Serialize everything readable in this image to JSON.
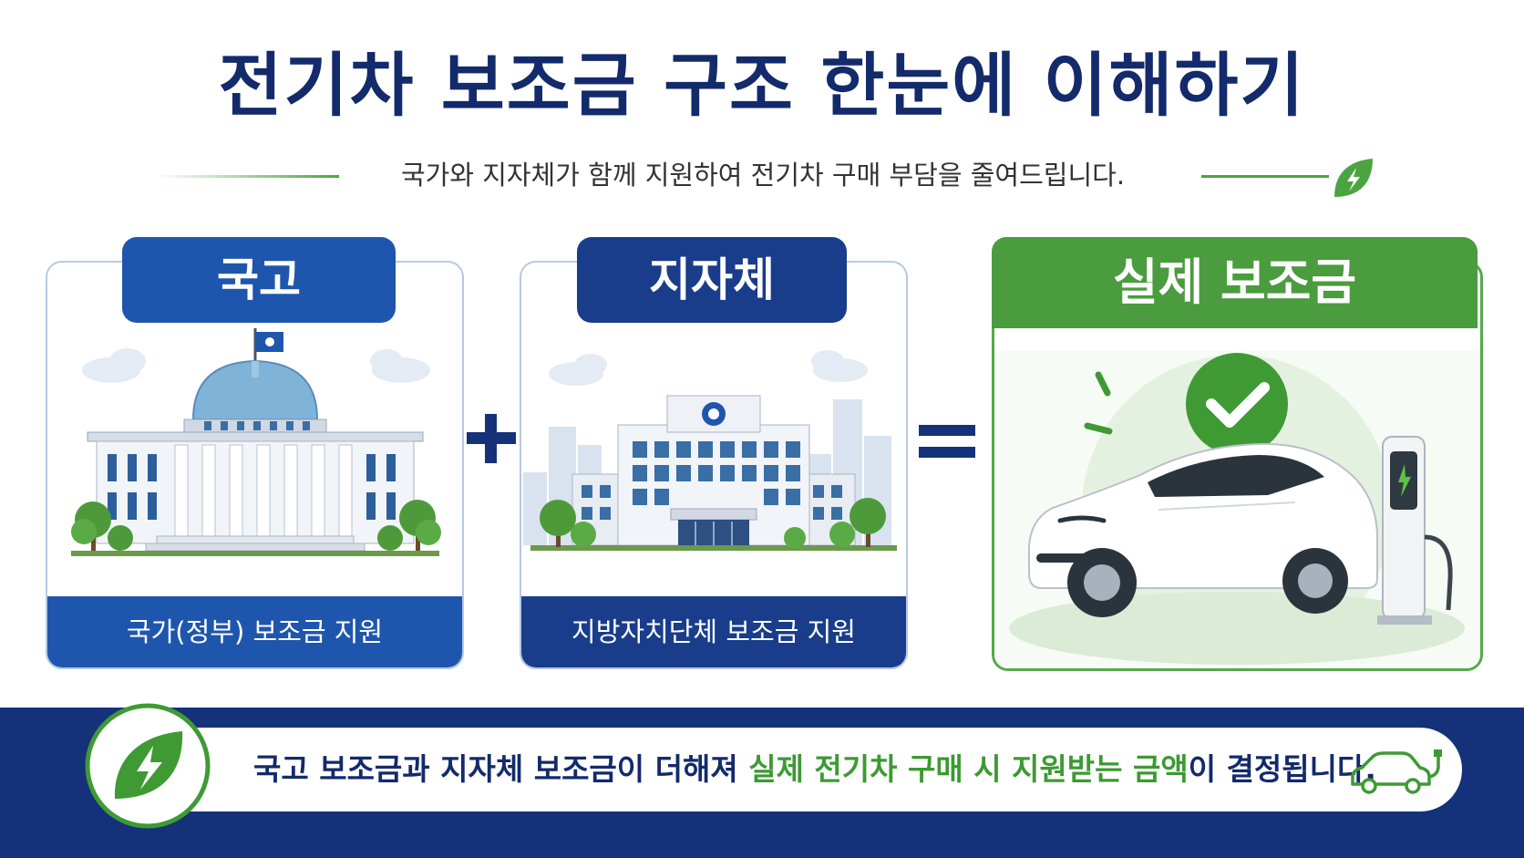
{
  "title": "전기차 보조금 구조 한눈에 이해하기",
  "subtitle": "국가와 지자체가 함께 지원하여 전기차 구매 부담을 줄여드립니다.",
  "cards": {
    "national": {
      "label": "국고",
      "caption": "국가(정부) 보조금 지원",
      "icon": "national-assembly-building"
    },
    "local": {
      "label": "지자체",
      "caption": "지방자치단체 보조금 지원",
      "icon": "city-hall-building"
    },
    "actual": {
      "label": "실제 보조금",
      "icon": "electric-car-charging"
    }
  },
  "operators": {
    "plus": "+",
    "equals": "="
  },
  "bottom": {
    "text_before": "국고 보조금과 지자체 보조금이 더해져 ",
    "text_highlight": "실제 전기차 구매 시 지원받는 금액",
    "text_after": "이 결정됩니다."
  },
  "colors": {
    "navy": "#132a6b",
    "blue": "#1f56ad",
    "dark_blue": "#193d8a",
    "green": "#4b9b3f",
    "band": "#14317a"
  }
}
